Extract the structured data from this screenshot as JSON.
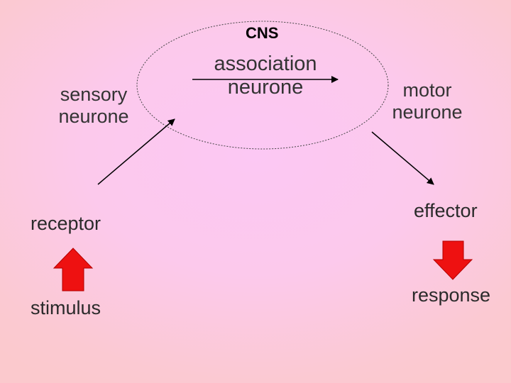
{
  "nodes": {
    "cns": "CNS",
    "association_neurone": "association\nneurone",
    "sensory_neurone": "sensory\nneurone",
    "motor_neurone": "motor\nneurone",
    "receptor": "receptor",
    "stimulus": "stimulus",
    "effector": "effector",
    "response": "response"
  },
  "colors": {
    "background": "#fbc9cd",
    "cns_fill": "#fcc8f4",
    "arrow": "#000000",
    "block_arrow": "#ee1111"
  }
}
